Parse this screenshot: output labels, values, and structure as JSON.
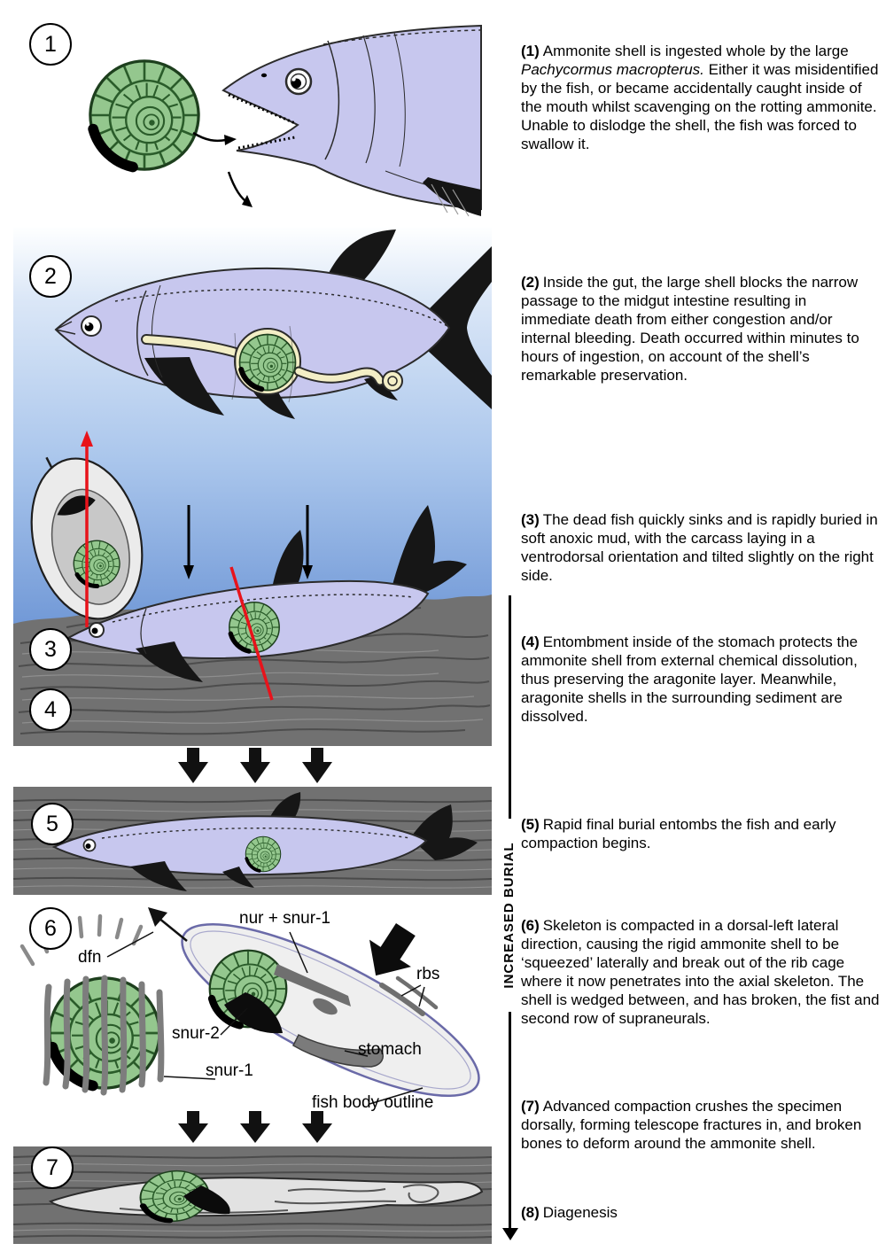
{
  "markers": [
    "1",
    "2",
    "3",
    "4",
    "5",
    "6",
    "7"
  ],
  "stages": [
    {
      "label": "(1)",
      "text_pre": "Ammonite shell is ingested whole by the large ",
      "species": "Pachycormus macropterus.",
      "text_post": " Either it was misidentified by the fish, or became accidentally caught inside of the mouth whilst scavenging on the rotting ammonite. Unable to dislodge the shell, the fish was forced to swallow it."
    },
    {
      "label": "(2)",
      "text": "Inside the gut, the large shell blocks the narrow passage to the midgut intestine resulting in immediate death from either congestion and/or internal bleeding. Death occurred within minutes to hours of ingestion, on account of the shell’s remarkable preservation."
    },
    {
      "label": "(3)",
      "text": "The dead fish quickly sinks and is rapidly buried in soft anoxic mud, with the carcass laying in a ventrodorsal orientation and tilted slightly on the right side."
    },
    {
      "label": "(4)",
      "text": "Entombment inside of the stomach protects the ammonite shell from external chemical dissolution, thus preserving the aragonite layer. Meanwhile, aragonite shells in the surrounding sediment are dissolved."
    },
    {
      "label": "(5)",
      "text": "Rapid final burial entombs the fish and early compaction begins."
    },
    {
      "label": "(6)",
      "text": "Skeleton is compacted in a dorsal-left lateral direction, causing the rigid ammonite shell to be ‘squeezed’ laterally and break out of the rib cage where it now penetrates into the axial skeleton. The shell is wedged between, and has broken, the fist and second row of supraneurals."
    },
    {
      "label": "(7)",
      "text": "Advanced compaction crushes the specimen dorsally, forming telescope fractures in, and broken bones to deform around the ammonite shell."
    },
    {
      "label": "(8)",
      "text": "Diagenesis"
    }
  ],
  "anatomy_labels": {
    "dfn": "dfn",
    "nur_snur1": "nur + snur-1",
    "rbs": "rbs",
    "snur2": "snur-2",
    "stomach": "stomach",
    "snur1": "snur-1",
    "fish_body_outline": "fish body outline"
  },
  "burial_axis_label": "INCREASED BURIAL",
  "colors": {
    "fish_body": "#c7c7ee",
    "ammonite_green": "#94c78e",
    "sediment_gray": "#717171",
    "water_top": "#feffff",
    "water_bottom": "#4f7fc9",
    "highlight_red": "#e8131b",
    "gut_cream": "#f3eec6"
  }
}
